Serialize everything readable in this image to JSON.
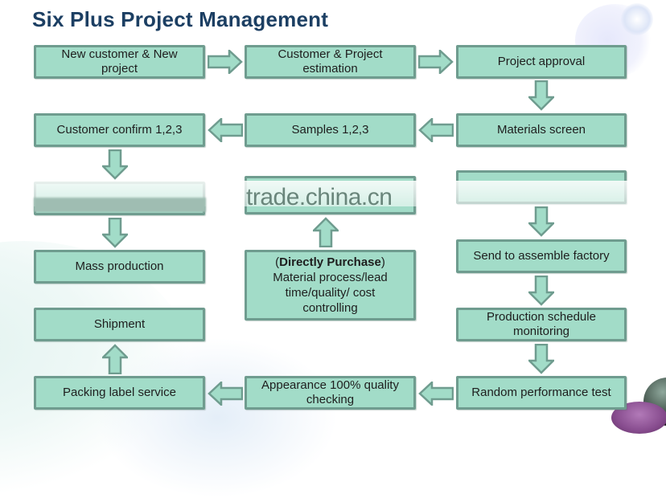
{
  "title": "Six Plus Project Management",
  "colors": {
    "box_fill": "#a2dcc8",
    "box_border": "#6f9c8f",
    "title": "#1c3f63",
    "text": "#1e1e1e"
  },
  "watermark": "trade.china.cn",
  "steps": {
    "new_customer": "New customer & New project",
    "estimation": "Customer & Project estimation",
    "approval": "Project approval",
    "materials_screen": "Materials screen",
    "samples": "Samples 1,2,3",
    "customer_confirm": "Customer confirm 1,2,3",
    "hidden_left": "",
    "hidden_middle": "",
    "hidden_right": "",
    "mass_production": "Mass production",
    "directly_purchase_bold": "Directly Purchase",
    "directly_purchase_open": "(",
    "directly_purchase_close": ")",
    "directly_purchase_detail": "Material process/lead time/quality/ cost controlling",
    "send_to_factory": "Send to assemble factory",
    "schedule_monitoring": "Production schedule monitoring",
    "random_test": "Random performance test",
    "appearance_check": "Appearance 100% quality checking",
    "packing_label": "Packing label service",
    "shipment": "Shipment"
  },
  "arrows": [
    {
      "from": "new_customer",
      "to": "estimation",
      "direction": "right"
    },
    {
      "from": "estimation",
      "to": "approval",
      "direction": "right"
    },
    {
      "from": "approval",
      "to": "materials_screen",
      "direction": "down"
    },
    {
      "from": "materials_screen",
      "to": "samples",
      "direction": "left"
    },
    {
      "from": "samples",
      "to": "customer_confirm",
      "direction": "left"
    },
    {
      "from": "customer_confirm",
      "to": "hidden_left",
      "direction": "down"
    },
    {
      "from": "hidden_left",
      "to": "mass_production",
      "direction": "down"
    },
    {
      "from": "directly_purchase",
      "to": "hidden_middle",
      "direction": "up"
    },
    {
      "from": "hidden_right",
      "to": "send_to_factory",
      "direction": "down"
    },
    {
      "from": "send_to_factory",
      "to": "schedule_monitoring",
      "direction": "down"
    },
    {
      "from": "schedule_monitoring",
      "to": "random_test",
      "direction": "down"
    },
    {
      "from": "random_test",
      "to": "appearance_check",
      "direction": "left"
    },
    {
      "from": "appearance_check",
      "to": "packing_label",
      "direction": "left"
    },
    {
      "from": "packing_label",
      "to": "shipment",
      "direction": "up"
    }
  ]
}
